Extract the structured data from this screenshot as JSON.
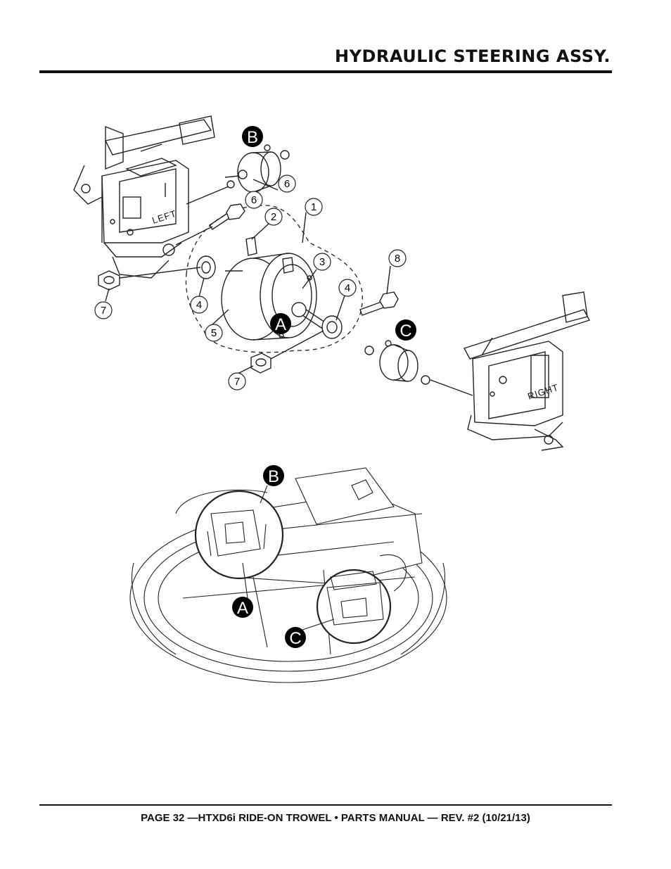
{
  "header": {
    "title": "HYDRAULIC STEERING ASSY."
  },
  "footer": {
    "text": "PAGE 32 —HTXD6i RIDE-ON TROWEL • PARTS MANUAL — REV. #2 (10/21/13)"
  },
  "diagram": {
    "side_labels": {
      "left": "LEFT",
      "right": "RIGHT"
    },
    "callouts": [
      "1",
      "2",
      "3",
      "4",
      "4",
      "5",
      "6",
      "6",
      "7",
      "7",
      "8"
    ],
    "view_letters": [
      "A",
      "B",
      "C",
      "A",
      "B",
      "C"
    ]
  }
}
